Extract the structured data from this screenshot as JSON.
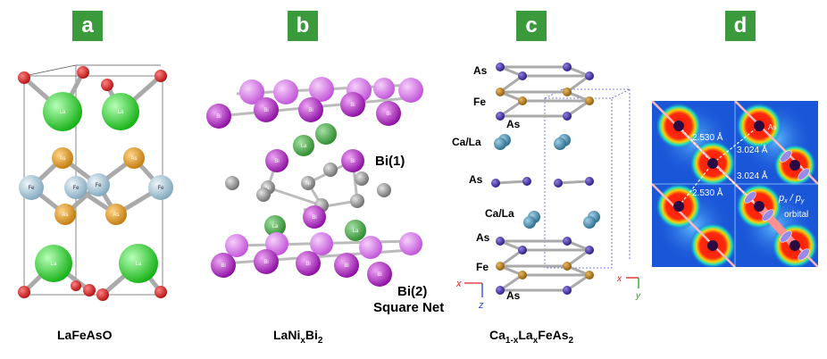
{
  "panels": [
    {
      "letter": "a",
      "caption": "LaFeAsO",
      "atoms": {
        "la": "La",
        "fe": "Fe",
        "as": "As",
        "o": "O"
      }
    },
    {
      "letter": "b",
      "caption_main": "LaNi",
      "caption_sub": "x",
      "caption_tail": "Bi",
      "caption_sub2": "2",
      "labels": {
        "bi1": "Bi(1)",
        "bi2": "Bi(2)",
        "square": "Square Net"
      },
      "atoms": {
        "bi": "Bi",
        "ni": "Ni",
        "la": "La"
      }
    },
    {
      "letter": "c",
      "caption_pre": "Ca",
      "caption_sub1": "1-x",
      "caption_mid": "La",
      "caption_sub2": "x",
      "caption_tail": "FeAs",
      "caption_sub3": "2",
      "labels": {
        "as_top": "As",
        "fe_top": "Fe",
        "as_mid1": "As",
        "cala_1": "Ca/La",
        "as_mid2": "As",
        "cala_2": "Ca/La",
        "as_low": "As",
        "fe_low": "Fe",
        "as_bot": "As"
      },
      "axes": {
        "x": "x",
        "z": "z",
        "x2": "x",
        "y2": "y"
      }
    },
    {
      "letter": "d",
      "distances": {
        "d1": "2.530 Å",
        "d2": "3.024 Å",
        "d3": "3.024 Å",
        "d4": "2.530 Å"
      },
      "orbital_label_line1": "p",
      "orbital_x": "x",
      "orbital_sep": " / p",
      "orbital_y": "y",
      "orbital_label_line2": "orbital",
      "atom_as": "As"
    }
  ],
  "colors": {
    "badge": "#3b9a3b",
    "la_green": "#22cc22",
    "fe_blue": "#a8c8d8",
    "as_orange": "#e09a1a",
    "o_red": "#d42020",
    "bi_purple": "#b020c0",
    "ni_gray": "#9a9a9a",
    "heat_blue": "#1a56d8"
  }
}
